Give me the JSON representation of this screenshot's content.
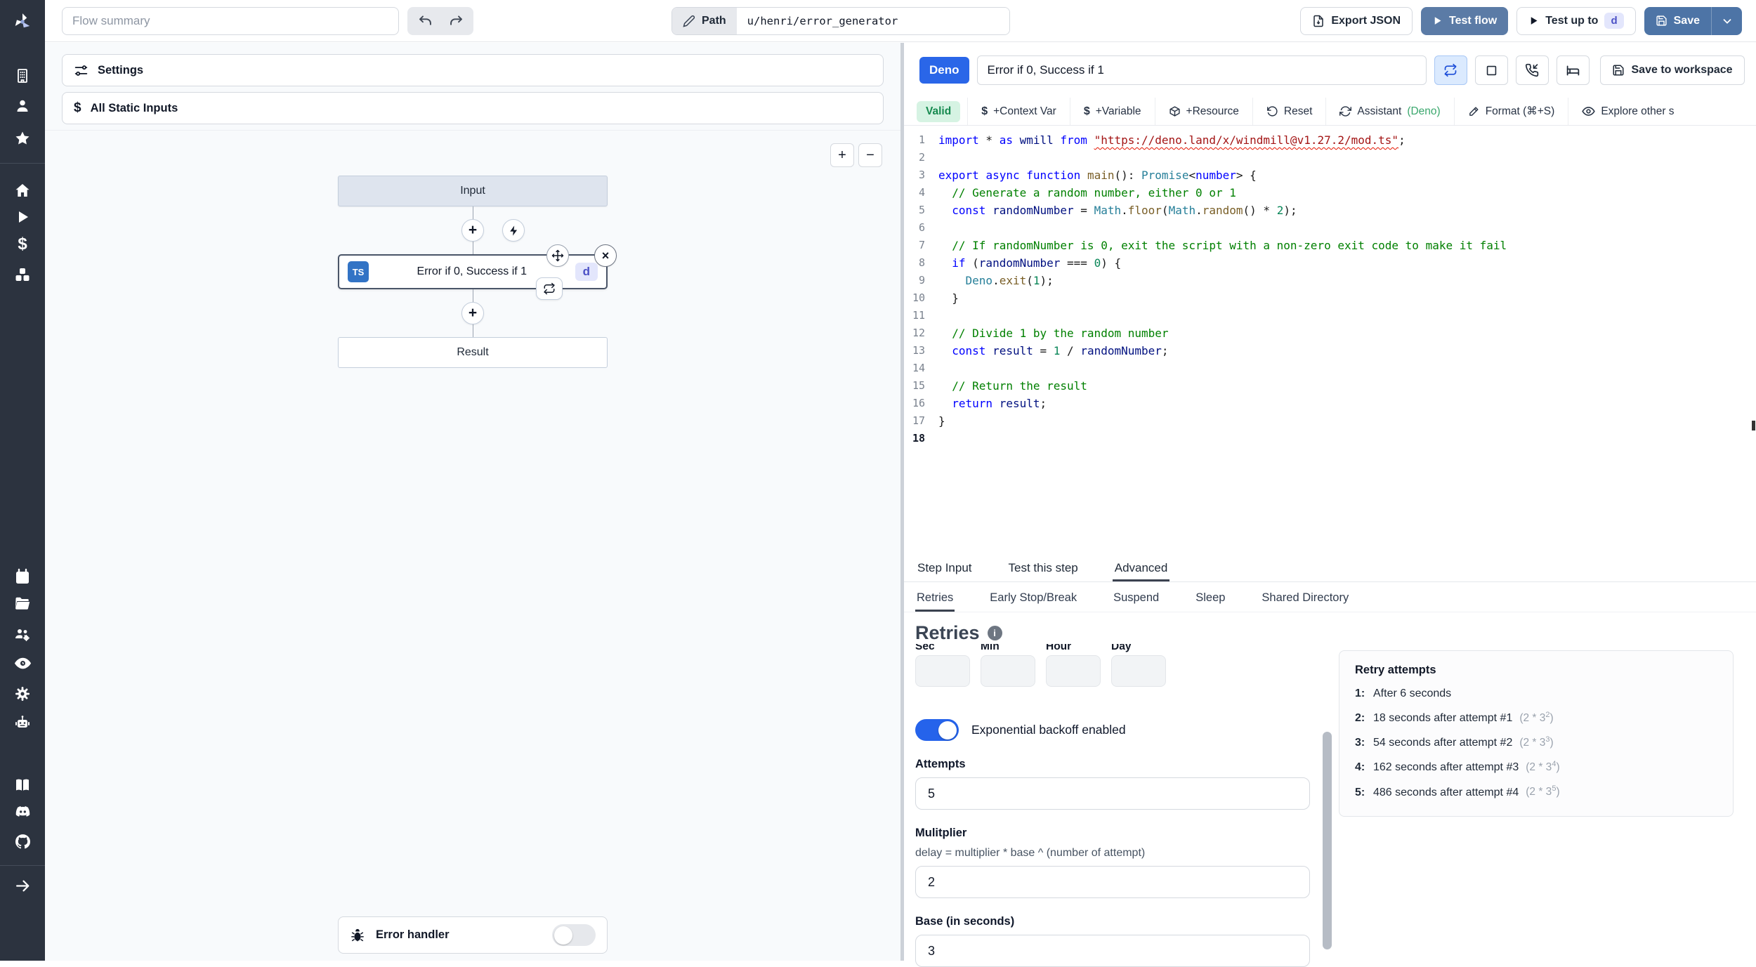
{
  "topbar": {
    "flow_summary_placeholder": "Flow summary",
    "path_label": "Path",
    "path_value": "u/henri/error_generator",
    "export_json": "Export JSON",
    "test_flow": "Test flow",
    "test_up_to": "Test up to",
    "test_up_to_badge": "d",
    "save": "Save"
  },
  "sidebar": {
    "icons": [
      "windmill-logo",
      "building",
      "user",
      "star",
      "home",
      "play",
      "dollar",
      "resources-cubes",
      "calendar",
      "folder",
      "groups-gear",
      "eye",
      "gear",
      "robot",
      "book",
      "discord",
      "github",
      "expand-arrow"
    ]
  },
  "left_panel": {
    "settings": "Settings",
    "all_static_inputs": "All Static Inputs",
    "zoom_in": "+",
    "zoom_out": "−",
    "flow": {
      "input_node": "Input",
      "step_node": "Error if 0, Success if 1",
      "step_lang_badge": "TS",
      "step_id_badge": "d",
      "result_node": "Result"
    },
    "error_handler": "Error handler"
  },
  "editor_header": {
    "lang_badge": "Deno",
    "step_name": "Error if 0, Success if 1",
    "save_to_workspace": "Save to workspace"
  },
  "editor_toolbar": {
    "valid": "Valid",
    "context_var": "+Context Var",
    "variable": "+Variable",
    "resource": "+Resource",
    "reset": "Reset",
    "assistant": "Assistant",
    "assistant_lang": "(Deno)",
    "format": "Format (⌘+S)",
    "explore": "Explore other s"
  },
  "code": {
    "active_line": 18,
    "lines": [
      {
        "n": 1,
        "tokens": [
          [
            "k",
            "import"
          ],
          [
            "p",
            " * "
          ],
          [
            "k",
            "as"
          ],
          [
            "v",
            " wmill "
          ],
          [
            "k",
            "from"
          ],
          [
            "p",
            " "
          ],
          [
            "sq",
            "\"https://deno.land/x/windmill@v1.27.2/mod.ts\""
          ],
          [
            "p",
            ";"
          ]
        ]
      },
      {
        "n": 2,
        "tokens": []
      },
      {
        "n": 3,
        "tokens": [
          [
            "k",
            "export"
          ],
          [
            "p",
            " "
          ],
          [
            "k",
            "async"
          ],
          [
            "p",
            " "
          ],
          [
            "k",
            "function"
          ],
          [
            "f",
            " main"
          ],
          [
            "p",
            "(): "
          ],
          [
            "t",
            "Promise"
          ],
          [
            "p",
            "<"
          ],
          [
            "k",
            "number"
          ],
          [
            "p",
            "> {"
          ]
        ]
      },
      {
        "n": 4,
        "tokens": [
          [
            "c",
            "  // Generate a random number, either 0 or 1"
          ]
        ]
      },
      {
        "n": 5,
        "tokens": [
          [
            "p",
            "  "
          ],
          [
            "k",
            "const"
          ],
          [
            "v",
            " randomNumber"
          ],
          [
            "p",
            " = "
          ],
          [
            "t",
            "Math"
          ],
          [
            "p",
            "."
          ],
          [
            "f",
            "floor"
          ],
          [
            "p",
            "("
          ],
          [
            "t",
            "Math"
          ],
          [
            "p",
            "."
          ],
          [
            "f",
            "random"
          ],
          [
            "p",
            "() * "
          ],
          [
            "n",
            "2"
          ],
          [
            "p",
            ");"
          ]
        ]
      },
      {
        "n": 6,
        "tokens": []
      },
      {
        "n": 7,
        "tokens": [
          [
            "c",
            "  // If randomNumber is 0, exit the script with a non-zero exit code to make it fail"
          ]
        ]
      },
      {
        "n": 8,
        "tokens": [
          [
            "p",
            "  "
          ],
          [
            "k",
            "if"
          ],
          [
            "p",
            " ("
          ],
          [
            "v",
            "randomNumber"
          ],
          [
            "p",
            " === "
          ],
          [
            "n",
            "0"
          ],
          [
            "p",
            ") {"
          ]
        ]
      },
      {
        "n": 9,
        "tokens": [
          [
            "p",
            "    "
          ],
          [
            "t",
            "Deno"
          ],
          [
            "p",
            "."
          ],
          [
            "f",
            "exit"
          ],
          [
            "p",
            "("
          ],
          [
            "n",
            "1"
          ],
          [
            "p",
            ");"
          ]
        ]
      },
      {
        "n": 10,
        "tokens": [
          [
            "p",
            "  }"
          ]
        ]
      },
      {
        "n": 11,
        "tokens": []
      },
      {
        "n": 12,
        "tokens": [
          [
            "c",
            "  // Divide 1 by the random number"
          ]
        ]
      },
      {
        "n": 13,
        "tokens": [
          [
            "p",
            "  "
          ],
          [
            "k",
            "const"
          ],
          [
            "v",
            " result"
          ],
          [
            "p",
            " = "
          ],
          [
            "n",
            "1"
          ],
          [
            "p",
            " / "
          ],
          [
            "v",
            "randomNumber"
          ],
          [
            "p",
            ";"
          ]
        ]
      },
      {
        "n": 14,
        "tokens": []
      },
      {
        "n": 15,
        "tokens": [
          [
            "c",
            "  // Return the result"
          ]
        ]
      },
      {
        "n": 16,
        "tokens": [
          [
            "p",
            "  "
          ],
          [
            "k",
            "return"
          ],
          [
            "v",
            " result"
          ],
          [
            "p",
            ";"
          ]
        ]
      },
      {
        "n": 17,
        "tokens": [
          [
            "p",
            "}"
          ]
        ]
      },
      {
        "n": 18,
        "tokens": []
      }
    ]
  },
  "bottom_tabs": {
    "tabs": [
      "Step Input",
      "Test this step",
      "Advanced"
    ],
    "active": "Advanced"
  },
  "advanced_tabs": {
    "tabs": [
      "Retries",
      "Early Stop/Break",
      "Suspend",
      "Sleep",
      "Shared Directory"
    ],
    "active": "Retries"
  },
  "retries": {
    "title": "Retries",
    "time_labels": [
      "Sec",
      "Min",
      "Hour",
      "Day"
    ],
    "backoff_label": "Exponential backoff enabled",
    "attempts_label": "Attempts",
    "attempts_value": "5",
    "multiplier_label": "Mulitplier",
    "multiplier_help": "delay = multiplier * base ^ (number of attempt)",
    "multiplier_value": "2",
    "base_label": "Base (in seconds)",
    "base_value": "3",
    "retry_box": {
      "title": "Retry attempts",
      "items": [
        {
          "n": "1:",
          "text": "After 6 seconds",
          "f_pre": "",
          "f_sup": "",
          "f_post": ""
        },
        {
          "n": "2:",
          "text": "18 seconds after attempt #1",
          "f_pre": "(2 * 3",
          "f_sup": "2",
          "f_post": ")"
        },
        {
          "n": "3:",
          "text": "54 seconds after attempt #2",
          "f_pre": "(2 * 3",
          "f_sup": "3",
          "f_post": ")"
        },
        {
          "n": "4:",
          "text": "162 seconds after attempt #3",
          "f_pre": "(2 * 3",
          "f_sup": "4",
          "f_post": ")"
        },
        {
          "n": "5:",
          "text": "486 seconds after attempt #4",
          "f_pre": "(2 * 3",
          "f_sup": "5",
          "f_post": ")"
        }
      ]
    }
  },
  "colors": {
    "accent_blue": "#2a66e8",
    "button_blue": "#5b7ba6",
    "valid_green": "#178a50",
    "sidebar_dark": "#2c333f",
    "toggle_on": "#2563eb"
  }
}
